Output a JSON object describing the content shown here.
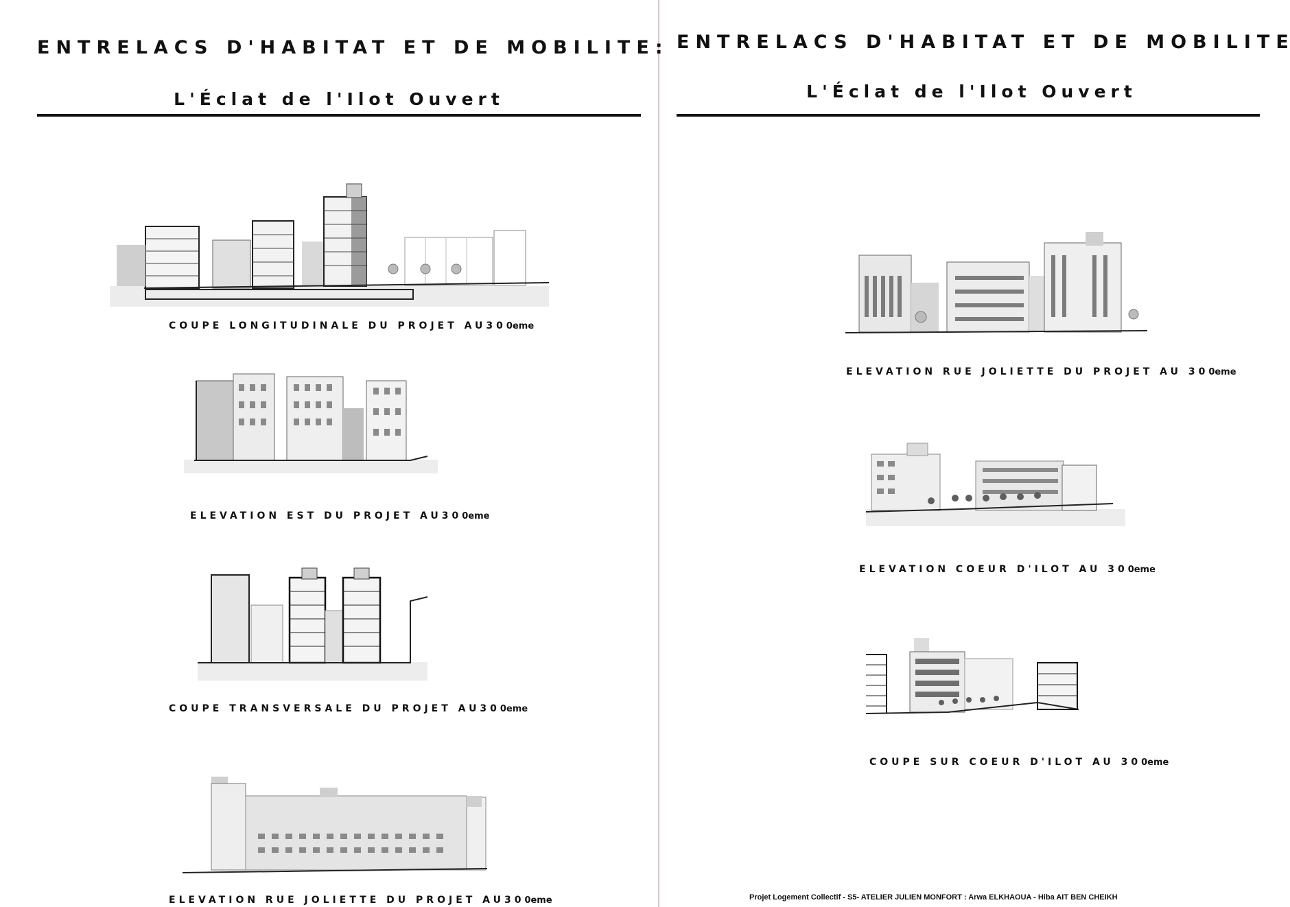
{
  "left_panel": {
    "title": "ENTRELACS D'HABITAT ET DE MOBILITE:",
    "subtitle": "L'Éclat de l'Ilot Ouvert",
    "drawings": [
      {
        "caption_main": "COUPE LONGITUDINALE DU PROJET AU30",
        "caption_tail": "0eme"
      },
      {
        "caption_main": "ELEVATION EST  DU PROJET AU30",
        "caption_tail": "0eme"
      },
      {
        "caption_main": "COUPE TRANSVERSALE DU PROJET AU30",
        "caption_tail": "0eme"
      },
      {
        "caption_main": "ELEVATION RUE JOLIETTE DU PROJET AU30",
        "caption_tail": "0eme"
      }
    ]
  },
  "right_panel": {
    "title": "ENTRELACS D'HABITAT ET DE MOBILITE:",
    "subtitle": "L'Éclat de l'Ilot Ouvert",
    "drawings": [
      {
        "caption_main": "ELEVATION RUE JOLIETTE  DU PROJET AU 30",
        "caption_tail": "0eme"
      },
      {
        "caption_main": "ELEVATION COEUR D'ILOT AU 30",
        "caption_tail": "0eme"
      },
      {
        "caption_main": "COUPE SUR COEUR D'ILOT AU 30",
        "caption_tail": "0eme"
      }
    ],
    "footer": "Projet Logement Collectif - S5- ATELIER  JULIEN MONFORT  :   Arwa ELKHAOUA - Hiba AIT BEN CHEIKH"
  }
}
